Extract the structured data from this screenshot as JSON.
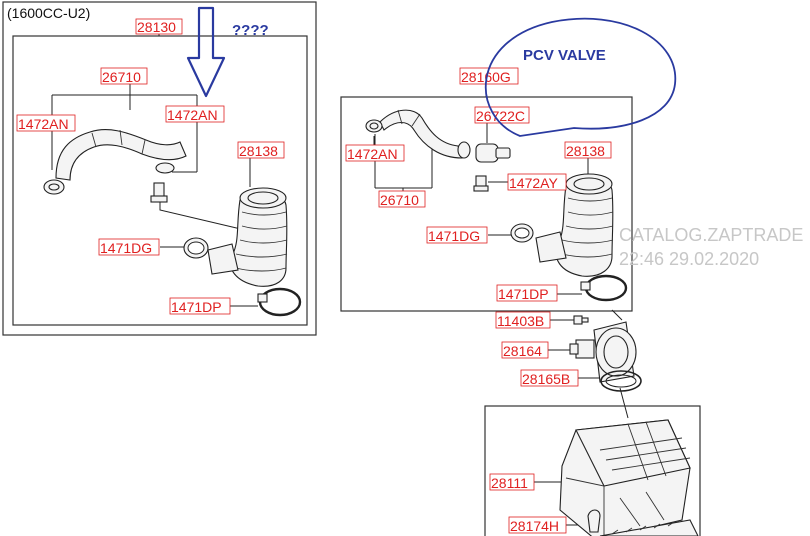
{
  "variant_label": "(1600CC-U2)",
  "question_note": "????",
  "pcv_note": "PCV VALVE",
  "watermark": {
    "line1": "CATALOG.ZAPTRADE",
    "line2": "22:46 29.02.2020"
  },
  "colors": {
    "label_text": "#e02020",
    "annotation": "#2a3aa0",
    "watermark": "#c7c7c7"
  },
  "left_panel": {
    "labels": {
      "p28130": "28130",
      "p26710": "26710",
      "p1472an_a": "1472AN",
      "p1472an_b": "1472AN",
      "p28138": "28138",
      "p1471dg": "1471DG",
      "p1471dp": "1471DP"
    }
  },
  "right_panel": {
    "labels": {
      "p28160g": "28160G",
      "p26722c": "26722C",
      "p28138": "28138",
      "p1472an": "1472AN",
      "p1472ay": "1472AY",
      "p26710": "26710",
      "p1471dg": "1471DG",
      "p1471dp": "1471DP",
      "p11403b": "11403B",
      "p28164": "28164",
      "p28165b": "28165B",
      "p28111": "28111",
      "p28174h": "28174H"
    }
  }
}
